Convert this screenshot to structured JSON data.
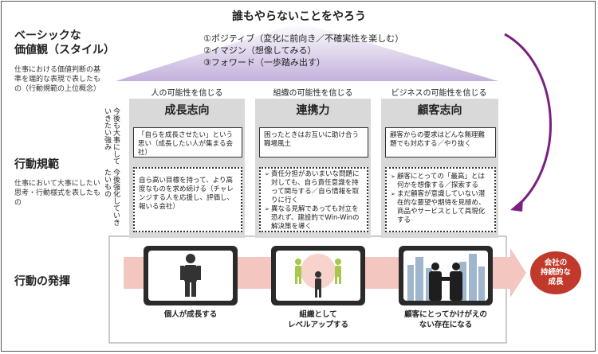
{
  "roof": {
    "title": "誰もやらないことをやろう",
    "items": [
      "①ポジティブ（変化に前向き／不確実性を楽しむ）",
      "②イマジン（想像してみる）",
      "③フォワード（一歩踏み出す）"
    ]
  },
  "left": {
    "values_title_1": "ベーシックな",
    "values_title_2": "価値観（スタイル）",
    "values_desc": "仕事における価値判断の基準を端的な表現で表したもの（行動規範の上位概念）",
    "norms_title": "行動規範",
    "norms_desc": "仕事において大事にしたい思考・行動様式を表したもの",
    "action_title": "行動の発揮",
    "vertical_1": "今後も大事にしていきたい強み",
    "vertical_2": "今後強化していきたいもの"
  },
  "columns": [
    {
      "subtitle": "人の可能性を信じる",
      "heading": "成長志向",
      "strength": "「自らを成長させたい」という思い（成長したい人が集まる会社）",
      "reinforce": "自ら高い目標を持って、より高度なものを求め続ける（チャレンジする人を応援し、評価し、報いる会社）",
      "caption_1": "個人が成長する",
      "caption_2": ""
    },
    {
      "subtitle": "組織の可能性を信じる",
      "heading": "連携力",
      "strength": "困ったときはお互いに助け合う職場風土",
      "reinforce_items": [
        "責任分担があいまいな問題に対しても、自ら責任意識を持って関与する／自ら情報を取りに行く",
        "異なる見解であっても対立を恐れず、建設的でWin-Winの解決策を導く"
      ],
      "caption_1": "組織として",
      "caption_2": "レベルアップする"
    },
    {
      "subtitle": "ビジネスの可能性を信じる",
      "heading": "顧客志向",
      "strength": "顧客からの要求はどんな無理難題でも対応する／やり抜く",
      "reinforce_items": [
        "顧客にとっての「最高」とは何かを想像する／探索する",
        "まだ顧客が意識していない潜在的な要望や期待を見極め、商品やサービスとして具現化する"
      ],
      "caption_1": "顧客にとってかけがえの",
      "caption_2": "ない存在になる"
    }
  ],
  "goal": {
    "line1": "会社の",
    "line2": "持続的な",
    "line3": "成長"
  },
  "colors": {
    "roof": "#c3b0dc",
    "arrow": "#7b1f80",
    "goal": "#c0392b",
    "band": "#f3c6bf"
  }
}
